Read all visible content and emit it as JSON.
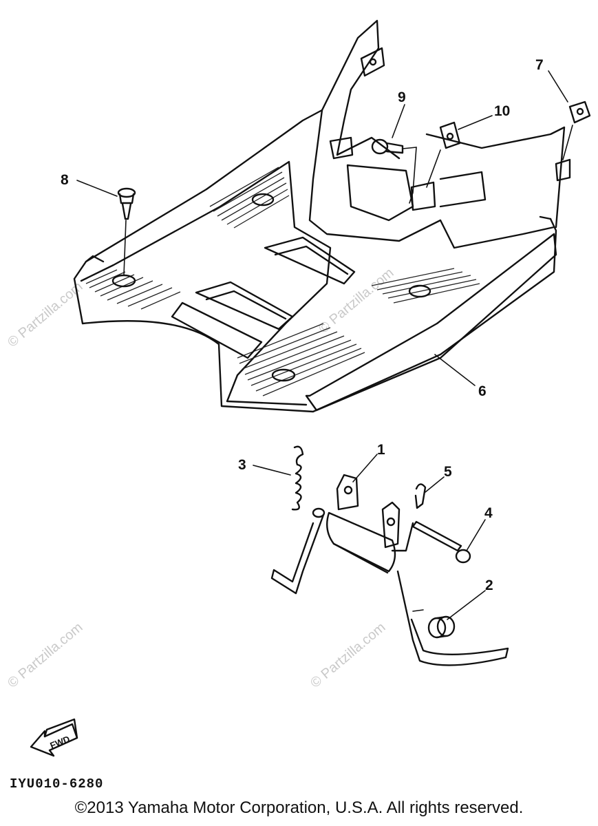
{
  "watermark": "© Partzilla.com",
  "callouts": [
    {
      "id": "1",
      "label": "1"
    },
    {
      "id": "2",
      "label": "2"
    },
    {
      "id": "3",
      "label": "3"
    },
    {
      "id": "4",
      "label": "4"
    },
    {
      "id": "5",
      "label": "5"
    },
    {
      "id": "6",
      "label": "6"
    },
    {
      "id": "7",
      "label": "7"
    },
    {
      "id": "8",
      "label": "8"
    },
    {
      "id": "9",
      "label": "9"
    },
    {
      "id": "10",
      "label": "10"
    }
  ],
  "fwd_label": "FWD",
  "diagram_code": "IYU010-6280",
  "copyright": "©2013 Yamaha Motor Corporation, U.S.A. All rights reserved."
}
